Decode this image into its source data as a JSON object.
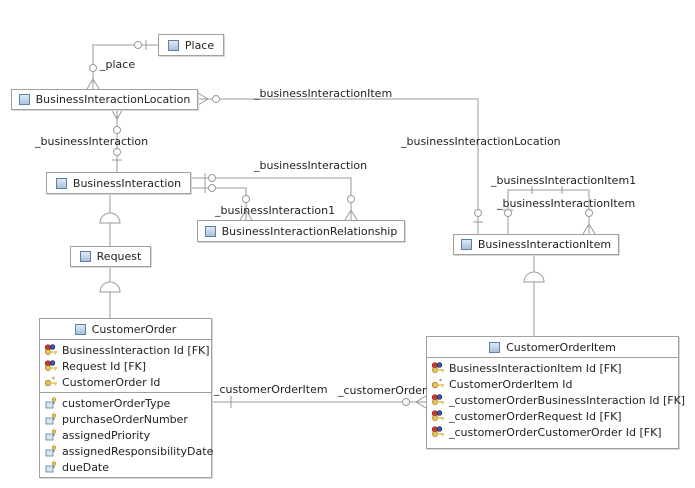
{
  "entities": {
    "place": {
      "name": "Place"
    },
    "business_interaction_location": {
      "name": "BusinessInteractionLocation"
    },
    "business_interaction": {
      "name": "BusinessInteraction"
    },
    "business_interaction_relationship": {
      "name": "BusinessInteractionRelationship"
    },
    "request": {
      "name": "Request"
    },
    "business_interaction_item": {
      "name": "BusinessInteractionItem"
    },
    "customer_order": {
      "name": "CustomerOrder",
      "keys": [
        "BusinessInteraction Id [FK]",
        "Request Id [FK]",
        "CustomerOrder Id"
      ],
      "attributes": [
        "customerOrderType",
        "purchaseOrderNumber",
        "assignedPriority",
        "assignedResponsibilityDate",
        "dueDate"
      ]
    },
    "customer_order_item": {
      "name": "CustomerOrderItem",
      "keys": [
        "BusinessInteractionItem Id [FK]",
        "CustomerOrderItem Id",
        "_customerOrderBusinessInteraction Id [FK]",
        "_customerOrderRequest Id [FK]",
        "_customerOrderCustomerOrder Id [FK]"
      ]
    }
  },
  "labels": {
    "place": "_place",
    "bil_bii": "_businessInteractionItem",
    "bil_bi": "_businessInteraction",
    "bii_bil": "_businessInteractionLocation",
    "bi_rel": "_businessInteraction",
    "bi_rel1": "_businessInteraction1",
    "bii_item1": "_businessInteractionItem1",
    "bii_item": "_businessInteractionItem",
    "co_item": "_customerOrderItem",
    "co": "_customerOrder"
  }
}
